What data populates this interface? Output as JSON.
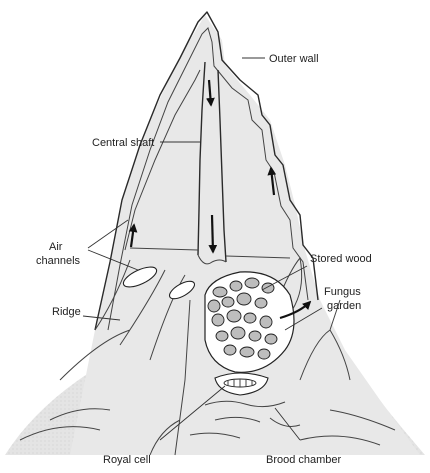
{
  "labels": {
    "outer_wall": "Outer wall",
    "central_shaft": "Central shaft",
    "air": "Air",
    "channels": "channels",
    "stored_wood": "Stored wood",
    "ridge": "Ridge",
    "fungus": "Fungus",
    "garden": "garden",
    "royal_cell": "Royal cell",
    "brood_chamber": "Brood chamber"
  }
}
